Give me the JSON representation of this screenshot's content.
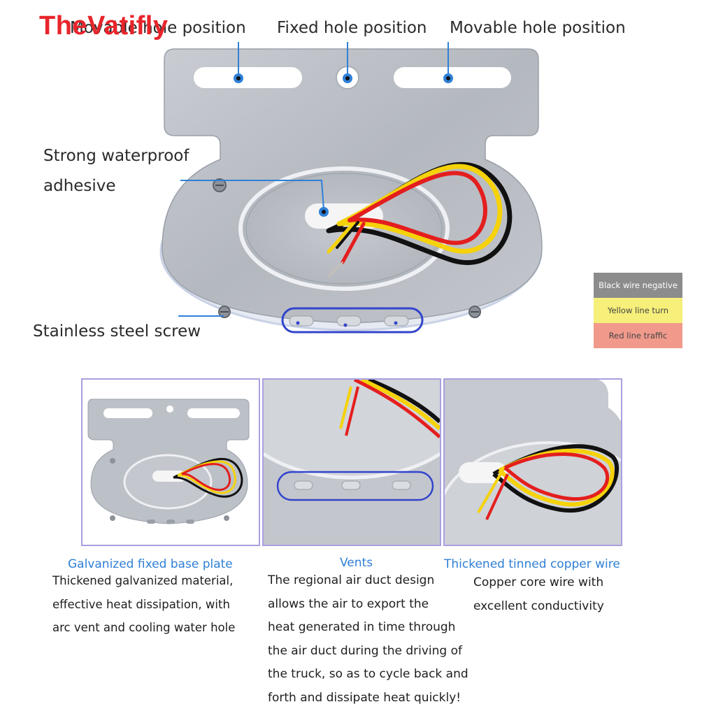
{
  "brand": {
    "watermark": "TheVatifly"
  },
  "callouts": {
    "movable_hole_left": "Movable hole position",
    "fixed_hole": "Fixed hole position",
    "movable_hole_right": "Movable hole position",
    "waterproof_line1": "Strong waterproof",
    "waterproof_line2": "adhesive",
    "screw": "Stainless steel screw"
  },
  "legend": {
    "black": "Black wire negative",
    "yellow": "Yellow line turn",
    "red": "Red line traffic"
  },
  "colors": {
    "legend_black": "#8c8c8c",
    "legend_yellow": "#f6ef7a",
    "legend_red": "#f19a8c",
    "caption_blue": "#2f7fd6",
    "callout_blue": "#2f80d8",
    "vent_outline": "#3344cc",
    "wire_red": "#e41e1e",
    "wire_yellow": "#f5d20a",
    "wire_black": "#111111",
    "plate": "#bcc0c7"
  },
  "features": [
    {
      "title": "Galvanized fixed base plate",
      "description": "Thickened galvanized material,\neffective heat dissipation, with\narc vent and cooling water hole"
    },
    {
      "title": "Vents",
      "description": "The regional air duct design\nallows the air to export the\nheat generated in time through\nthe air duct during the driving of\nthe truck, so as to cycle back and\nforth and dissipate heat quickly!"
    },
    {
      "title": "Thickened tinned copper wire",
      "description": "Copper core wire with\nexcellent conductivity"
    }
  ]
}
